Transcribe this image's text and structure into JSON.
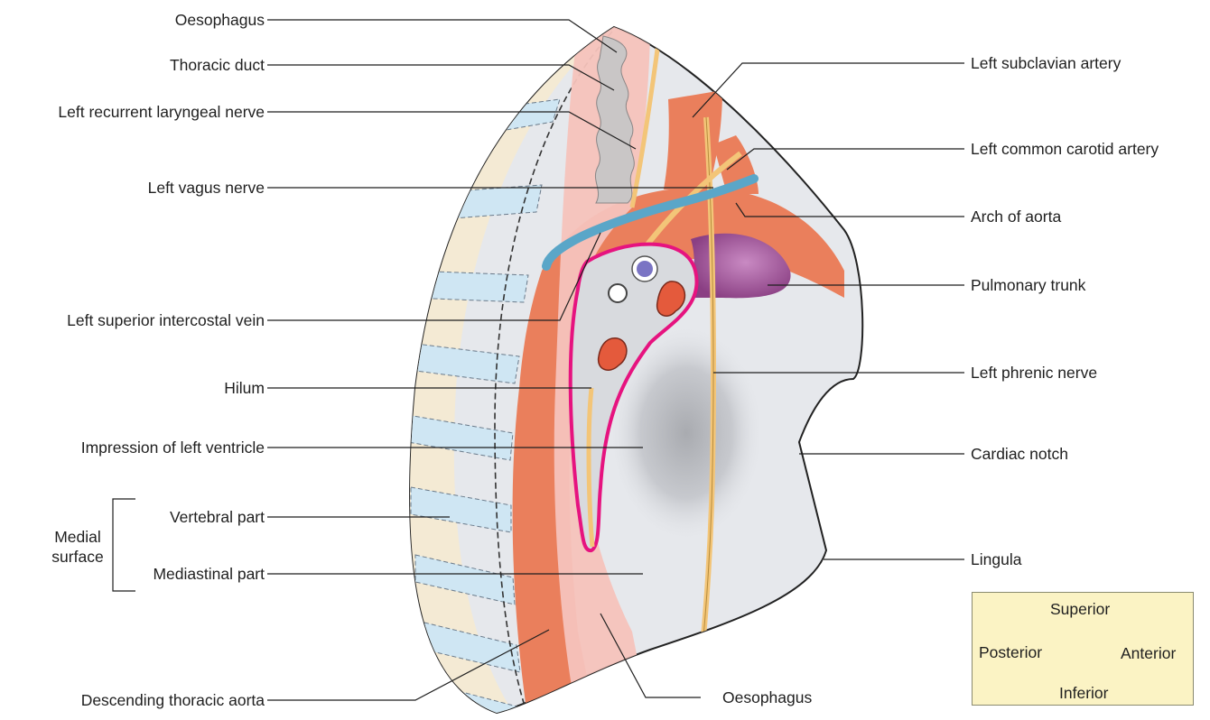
{
  "labels": {
    "oesophagus_top": "Oesophagus",
    "thoracic_duct": "Thoracic duct",
    "left_recurrent_laryngeal_nerve": "Left recurrent laryngeal nerve",
    "left_vagus_nerve": "Left vagus nerve",
    "left_superior_intercostal_vein": "Left superior intercostal vein",
    "hilum": "Hilum",
    "impression_left_ventricle": "Impression of left ventricle",
    "vertebral_part": "Vertebral part",
    "mediastinal_part": "Mediastinal part",
    "medial_surface": "Medial\nsurface",
    "descending_thoracic_aorta": "Descending thoracic aorta",
    "oesophagus_bottom": "Oesophagus",
    "left_subclavian_artery": "Left subclavian artery",
    "left_common_carotid_artery": "Left common carotid artery",
    "arch_of_aorta": "Arch of aorta",
    "pulmonary_trunk": "Pulmonary trunk",
    "left_phrenic_nerve": "Left phrenic nerve",
    "cardiac_notch": "Cardiac notch",
    "lingula": "Lingula"
  },
  "compass": {
    "superior": "Superior",
    "inferior": "Inferior",
    "posterior": "Posterior",
    "anterior": "Anterior"
  },
  "colors": {
    "lung_surface": "#e6e8ec",
    "rib_cream": "#f4ead4",
    "rib_space_blue": "#cfe6f3",
    "aorta": "#ea7f5c",
    "oesophagus": "#f5c3bc",
    "thoracic_duct": "#c9c6c6",
    "nerve": "#f3c578",
    "vein": "#5aa6c8",
    "pulmonary_trunk": "#9b4f93",
    "hilum_outline": "#e6137f",
    "compass_cross": "#8b1a1a"
  }
}
